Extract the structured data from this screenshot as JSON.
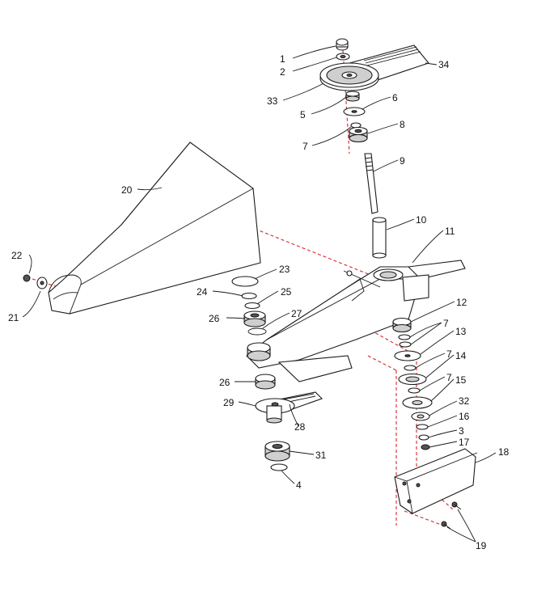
{
  "diagram": {
    "callouts": [
      {
        "id": "c1",
        "text": "1"
      },
      {
        "id": "c2",
        "text": "2"
      },
      {
        "id": "c34",
        "text": "34"
      },
      {
        "id": "c33",
        "text": "33"
      },
      {
        "id": "c5",
        "text": "5"
      },
      {
        "id": "c6",
        "text": "6"
      },
      {
        "id": "c7a",
        "text": "7"
      },
      {
        "id": "c8",
        "text": "8"
      },
      {
        "id": "c9",
        "text": "9"
      },
      {
        "id": "c20",
        "text": "20"
      },
      {
        "id": "c10",
        "text": "10"
      },
      {
        "id": "c11",
        "text": "11"
      },
      {
        "id": "c22",
        "text": "22"
      },
      {
        "id": "c21",
        "text": "21"
      },
      {
        "id": "c23",
        "text": "23"
      },
      {
        "id": "c24",
        "text": "24"
      },
      {
        "id": "c25",
        "text": "25"
      },
      {
        "id": "c26a",
        "text": "26"
      },
      {
        "id": "c27",
        "text": "27"
      },
      {
        "id": "c12",
        "text": "12"
      },
      {
        "id": "c7b",
        "text": "7"
      },
      {
        "id": "c13",
        "text": "13"
      },
      {
        "id": "c7c",
        "text": "7"
      },
      {
        "id": "c14",
        "text": "14"
      },
      {
        "id": "c7d",
        "text": "7"
      },
      {
        "id": "c15",
        "text": "15"
      },
      {
        "id": "c26b",
        "text": "26"
      },
      {
        "id": "c29",
        "text": "29"
      },
      {
        "id": "c32",
        "text": "32"
      },
      {
        "id": "c16",
        "text": "16"
      },
      {
        "id": "c28",
        "text": "28"
      },
      {
        "id": "c3",
        "text": "3"
      },
      {
        "id": "c17",
        "text": "17"
      },
      {
        "id": "c18",
        "text": "18"
      },
      {
        "id": "c31",
        "text": "31"
      },
      {
        "id": "c4",
        "text": "4"
      },
      {
        "id": "c19",
        "text": "19"
      }
    ]
  }
}
